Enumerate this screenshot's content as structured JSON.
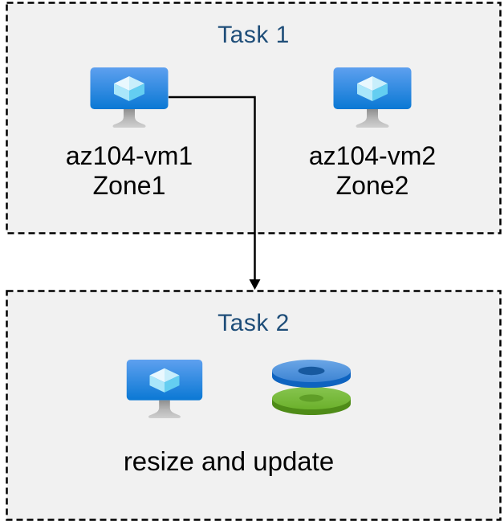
{
  "diagram": {
    "task1": {
      "title": "Task 1",
      "vms": [
        {
          "name": "az104-vm1",
          "zone": "Zone1",
          "icon": "virtual-machine-icon"
        },
        {
          "name": "az104-vm2",
          "zone": "Zone2",
          "icon": "virtual-machine-icon"
        }
      ]
    },
    "task2": {
      "title": "Task 2",
      "caption": "resize and update",
      "icons": [
        "virtual-machine-icon",
        "disks-icon"
      ]
    },
    "connector": {
      "type": "elbow-arrow-down",
      "from": "az104-vm1",
      "to": "Task 2"
    },
    "colors": {
      "page_background": "#ffffff",
      "box_background": "#f1f1f1",
      "box_border": "#000000",
      "title_text": "#1f4e79",
      "label_text": "#000000",
      "arrow": "#000000",
      "vm_screen_top": "#5ea0ef",
      "vm_screen_bottom": "#0a78d4",
      "vm_cube_light": "#e9f8fe",
      "vm_cube_dark": "#64cef1",
      "disk_blue_top": "#4a8fd8",
      "disk_blue_side": "#0e63c0",
      "disk_green_top": "#76b93b",
      "disk_green_side": "#4f8c18"
    }
  }
}
